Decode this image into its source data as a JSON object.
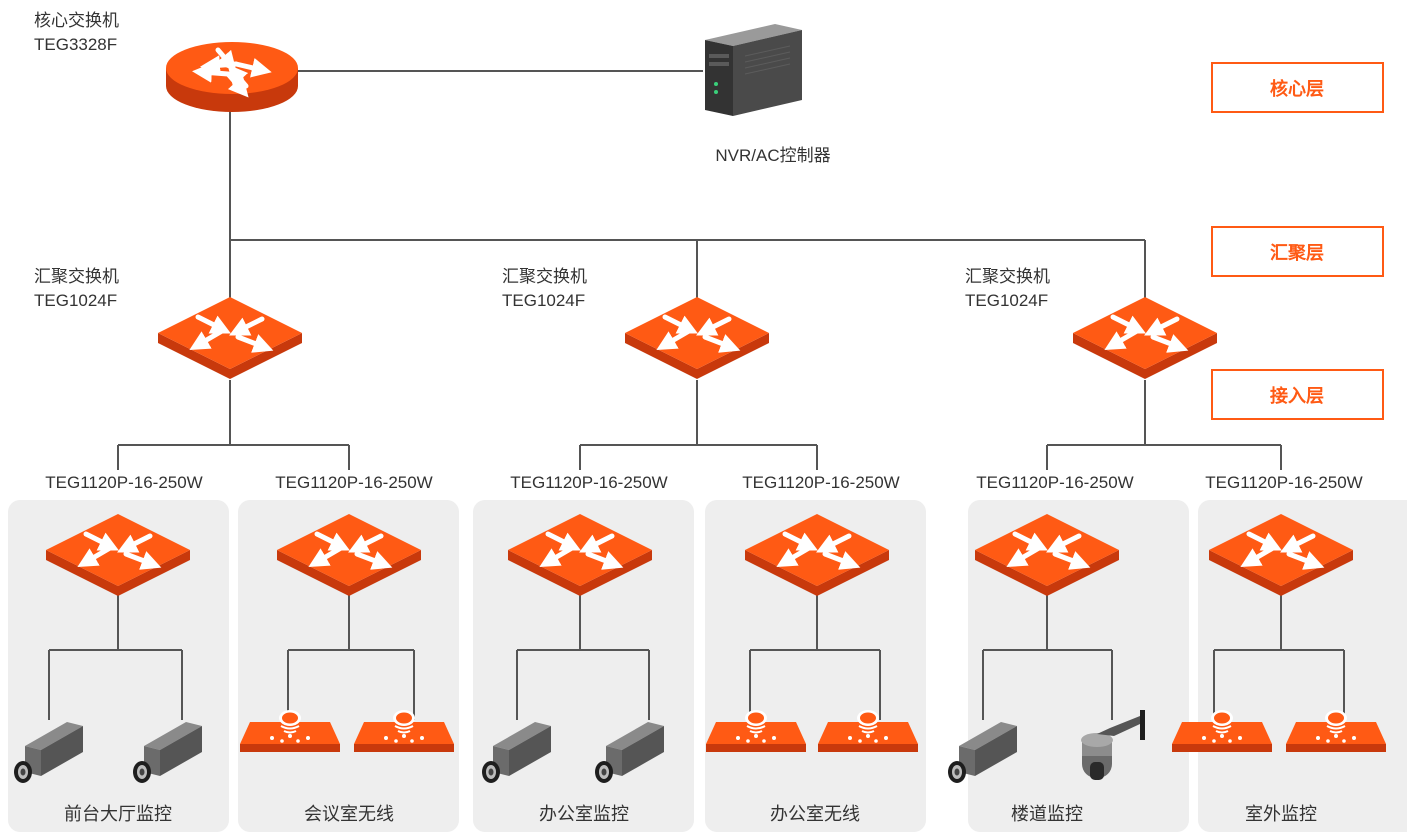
{
  "colors": {
    "accent": "#ff5a14",
    "accent_dark": "#c8390c",
    "line": "#555555",
    "panel": "#eeeeee",
    "text": "#333333"
  },
  "core": {
    "title": "核心交换机",
    "model": "TEG3328F",
    "icon": "router-icon"
  },
  "server": {
    "label": "NVR/AC控制器",
    "icon": "server-tower-icon"
  },
  "layers": {
    "core": "核心层",
    "aggregation": "汇聚层",
    "access": "接入层"
  },
  "aggregation": [
    {
      "title": "汇聚交换机",
      "model": "TEG1024F"
    },
    {
      "title": "汇聚交换机",
      "model": "TEG1024F"
    },
    {
      "title": "汇聚交换机",
      "model": "TEG1024F"
    }
  ],
  "access": [
    {
      "model": "TEG1120P-16-250W",
      "caption": "前台大厅监控",
      "devices": [
        "camera-icon",
        "camera-icon"
      ]
    },
    {
      "model": "TEG1120P-16-250W",
      "caption": "会议室无线",
      "devices": [
        "access-point-icon",
        "access-point-icon"
      ]
    },
    {
      "model": "TEG1120P-16-250W",
      "caption": "办公室监控",
      "devices": [
        "camera-icon",
        "camera-icon"
      ]
    },
    {
      "model": "TEG1120P-16-250W",
      "caption": "办公室无线",
      "devices": [
        "access-point-icon",
        "access-point-icon"
      ]
    },
    {
      "model": "TEG1120P-16-250W",
      "caption": "楼道监控",
      "devices": [
        "camera-icon",
        "dome-camera-icon"
      ]
    },
    {
      "model": "TEG1120P-16-250W",
      "caption": "室外监控",
      "devices": [
        "access-point-icon",
        "access-point-icon"
      ]
    }
  ]
}
